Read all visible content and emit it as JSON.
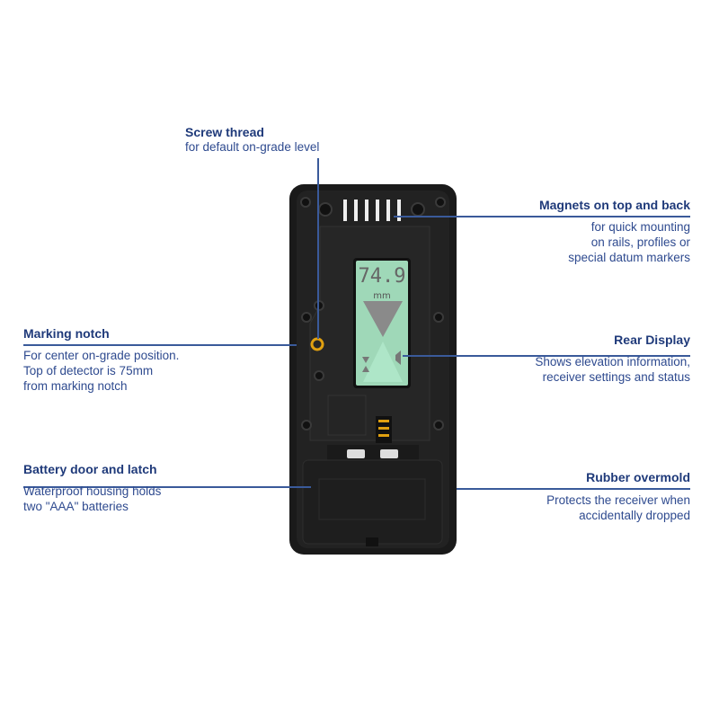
{
  "callouts": {
    "screw": {
      "title": "Screw thread",
      "lines": [
        "for default on-grade level"
      ]
    },
    "magnets": {
      "title": "Magnets on top and back",
      "lines": [
        "for quick mounting",
        "on rails, profiles or",
        "special datum markers"
      ]
    },
    "notch": {
      "title": "Marking notch",
      "lines": [
        "For center on-grade position.",
        "Top of detector is 75mm",
        "from marking notch"
      ]
    },
    "display": {
      "title": "Rear Display",
      "lines": [
        "Shows elevation information,",
        "receiver settings and status"
      ]
    },
    "battery": {
      "title": "Battery door and latch",
      "lines": [
        "Waterproof housing holds",
        "two \"AAA\" batteries"
      ]
    },
    "rubber": {
      "title": "Rubber overmold",
      "lines": [
        "Protects the receiver when",
        "accidentally dropped"
      ]
    }
  },
  "display": {
    "reading": "74.9",
    "unit": "mm"
  },
  "colors": {
    "heading": "#1f3a7a",
    "text": "#2e4a8f",
    "lcd": "#9fd8b8",
    "body": "#1c1c1c",
    "accent": "#e0a010"
  }
}
